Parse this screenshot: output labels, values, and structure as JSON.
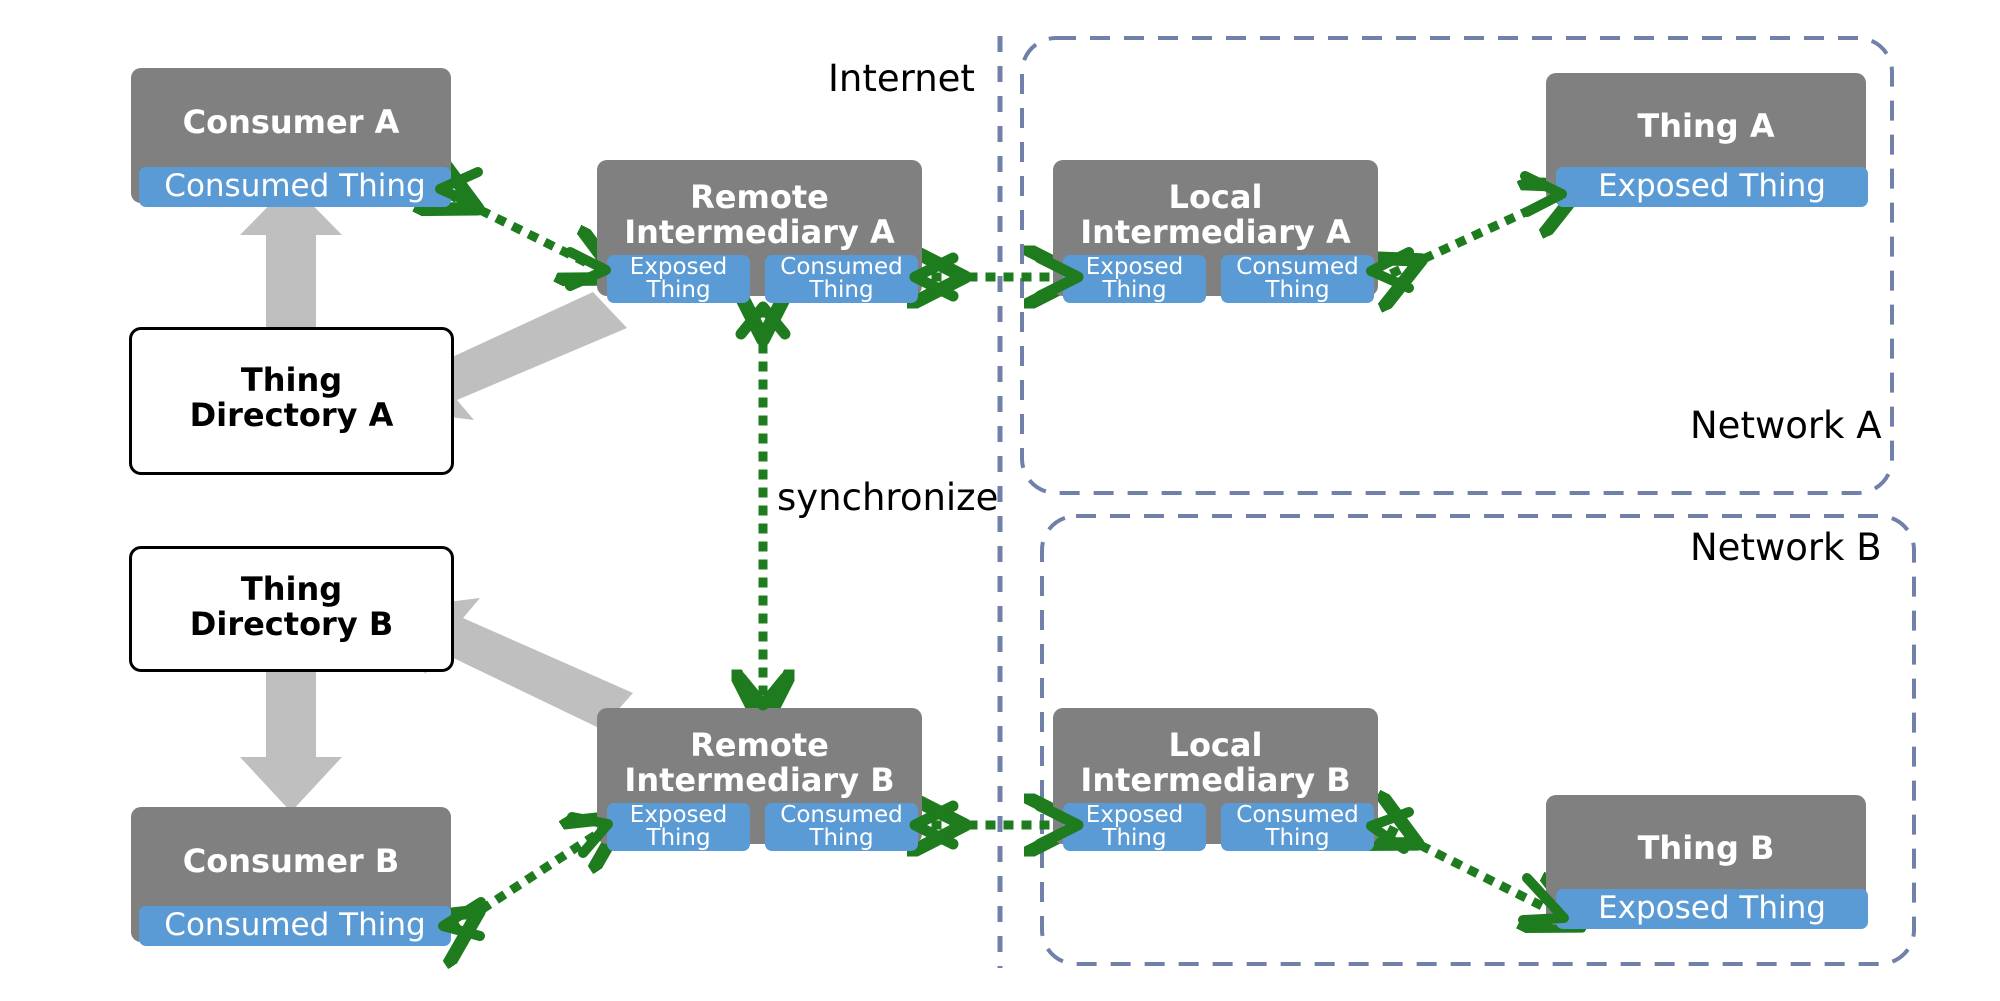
{
  "diagram": {
    "title": "W3C WoT intermediary synchronization topology",
    "colors": {
      "node_fill": "#808080",
      "sub_fill": "#5B9BD5",
      "arrow_green": "#1E7B1E",
      "arrow_grey": "#BFBFBF",
      "boundary": "#7080A8",
      "text_light": "#FFFFFF",
      "text_dark": "#000000"
    },
    "labels": {
      "internet": "Internet",
      "network_a": "Network A",
      "network_b": "Network B",
      "synchronize": "synchronize"
    },
    "nodes": {
      "consumer_a": {
        "title": "Consumer A",
        "sub": [
          "Consumed Thing"
        ]
      },
      "consumer_b": {
        "title": "Consumer B",
        "sub": [
          "Consumed Thing"
        ]
      },
      "thing_directory_a": {
        "title": "Thing\nDirectory A",
        "sub": []
      },
      "thing_directory_b": {
        "title": "Thing\nDirectory B",
        "sub": []
      },
      "remote_intermediary_a": {
        "title": "Remote\nIntermediary A",
        "sub": [
          "Exposed\nThing",
          "Consumed\nThing"
        ]
      },
      "remote_intermediary_b": {
        "title": "Remote\nIntermediary B",
        "sub": [
          "Exposed\nThing",
          "Consumed\nThing"
        ]
      },
      "local_intermediary_a": {
        "title": "Local\nIntermediary A",
        "sub": [
          "Exposed\nThing",
          "Consumed\nThing"
        ]
      },
      "local_intermediary_b": {
        "title": "Local\nIntermediary B",
        "sub": [
          "Exposed\nThing",
          "Consumed\nThing"
        ]
      },
      "thing_a": {
        "title": "Thing A",
        "sub": [
          "Exposed Thing"
        ]
      },
      "thing_b": {
        "title": "Thing B",
        "sub": [
          "Exposed Thing"
        ]
      }
    },
    "connections": [
      {
        "name": "consumer-a-to-remote-intermediary-a",
        "style": "green-dotted",
        "ends": "both"
      },
      {
        "name": "remote-intermediary-a-to-local-intermediary-a",
        "style": "green-dotted",
        "ends": "both"
      },
      {
        "name": "local-intermediary-a-to-thing-a",
        "style": "green-dotted",
        "ends": "both"
      },
      {
        "name": "remote-intermediary-a-to-remote-intermediary-b",
        "style": "green-dotted",
        "ends": "both",
        "label": "synchronize"
      },
      {
        "name": "consumer-b-to-remote-intermediary-b",
        "style": "green-dotted",
        "ends": "both"
      },
      {
        "name": "remote-intermediary-b-to-local-intermediary-b",
        "style": "green-dotted",
        "ends": "both"
      },
      {
        "name": "local-intermediary-b-to-thing-b",
        "style": "green-dotted",
        "ends": "both"
      },
      {
        "name": "thing-directory-a-to-consumer-a",
        "style": "grey-block",
        "ends": "one"
      },
      {
        "name": "remote-intermediary-a-to-thing-directory-a",
        "style": "grey-block",
        "ends": "one"
      },
      {
        "name": "remote-intermediary-b-to-thing-directory-b",
        "style": "grey-block",
        "ends": "one"
      },
      {
        "name": "thing-directory-b-to-consumer-b",
        "style": "grey-block",
        "ends": "one"
      }
    ]
  }
}
